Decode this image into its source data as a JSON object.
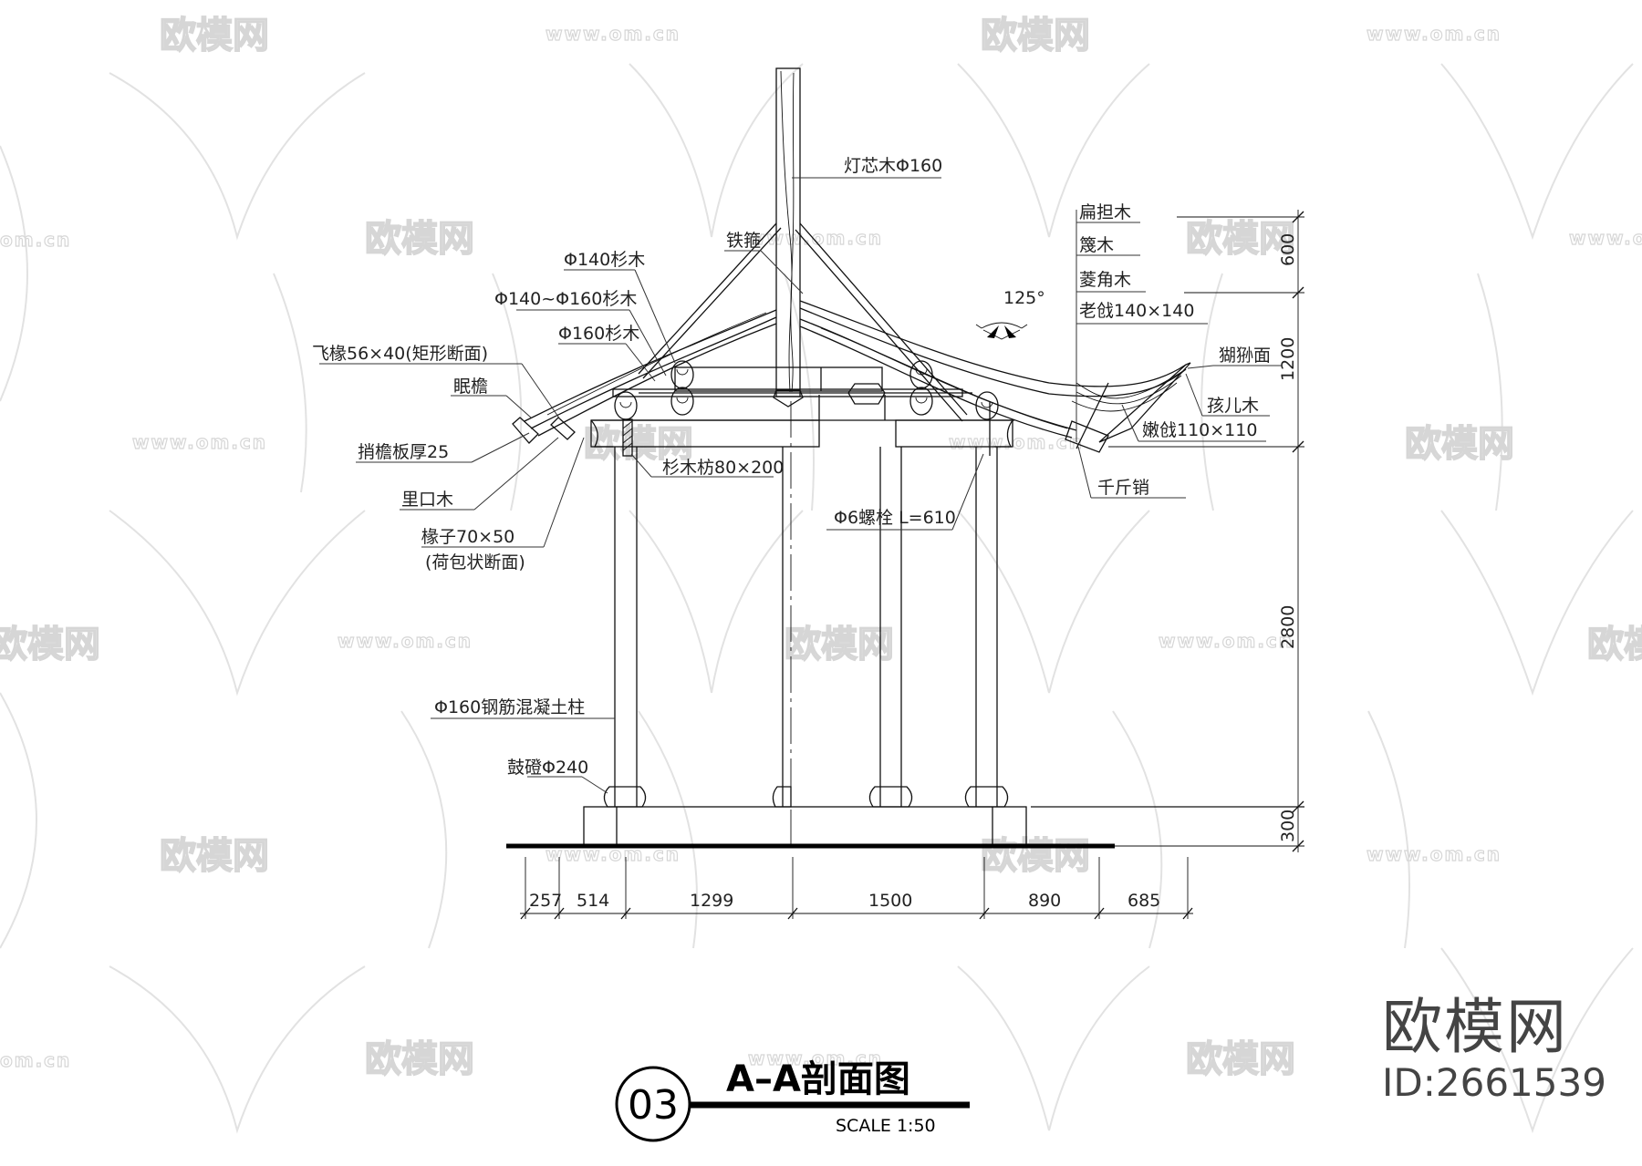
{
  "drawing": {
    "number": "03",
    "title": "A–A剖面图",
    "scale": "SCALE 1:50"
  },
  "labels_left": [
    {
      "text": "Φ140杉木"
    },
    {
      "text": "Φ140~Φ160杉木"
    },
    {
      "text": "Φ160杉木"
    },
    {
      "text": "飞椽56×40(矩形断面)"
    },
    {
      "text": "眠檐"
    },
    {
      "text": "捎檐板厚25"
    },
    {
      "text": "里口木"
    },
    {
      "text": "椽子70×50"
    },
    {
      "text": "(荷包状断面)"
    },
    {
      "text": "Φ160钢筋混凝土柱"
    },
    {
      "text": "鼓磴Φ240"
    }
  ],
  "labels_center": [
    {
      "text": "灯芯木Φ160"
    },
    {
      "text": "铁箍"
    },
    {
      "text": "杉木枋80×200"
    },
    {
      "text": "Φ6螺栓 L=610"
    },
    {
      "text": "125°"
    }
  ],
  "labels_right": [
    {
      "text": "扁担木"
    },
    {
      "text": "篾木"
    },
    {
      "text": "菱角木"
    },
    {
      "text": "老戗140×140"
    },
    {
      "text": "猢狲面"
    },
    {
      "text": "孩儿木"
    },
    {
      "text": "嫩戗110×110"
    },
    {
      "text": "千斤销"
    }
  ],
  "dimensions_horizontal": [
    "257",
    "514",
    "1299",
    "1500",
    "890",
    "685"
  ],
  "dimensions_vertical": [
    "600",
    "1200",
    "2800",
    "300"
  ],
  "watermark": {
    "brand": "欧模网",
    "url": "www.om.cn",
    "url_short": "om.cn"
  },
  "brand_badge": {
    "name": "欧模网",
    "id": "ID:2661539"
  }
}
